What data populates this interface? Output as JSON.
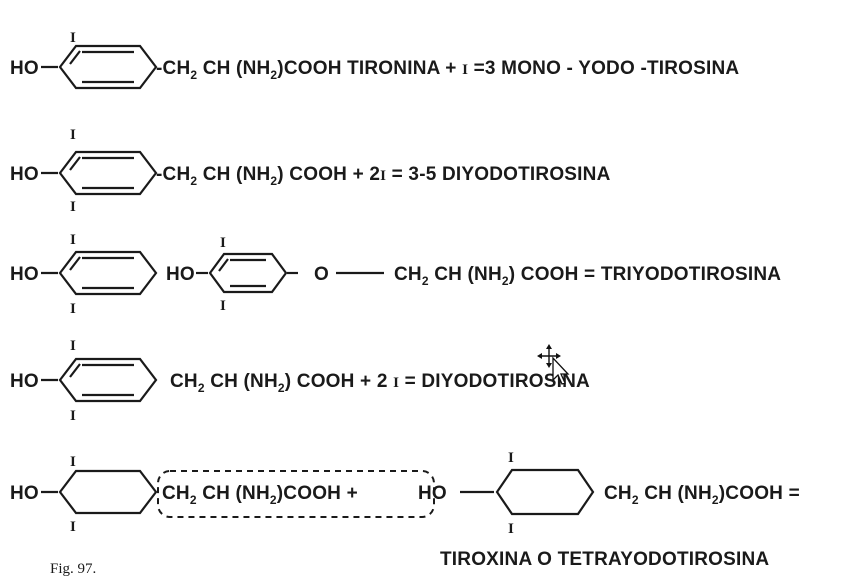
{
  "reactions": [
    {
      "name": "mono-yodo-tirosina",
      "ho": "HO",
      "iodine_top": "I",
      "tail_a": "-CH",
      "sub2": "2",
      "tail_b": " CH (NH",
      "tail_c": ")COOH TIRONINA + ",
      "coef_i": "I",
      "result": " =3 MONO - YODO -TIROSINA"
    },
    {
      "name": "diyodotirosina-3-5",
      "ho": "HO",
      "iodine_top": "I",
      "iodine_bottom": "I",
      "tail_a": "-CH",
      "sub2": "2",
      "tail_b": " CH (NH",
      "tail_c": ") COOH + 2",
      "coef_i": "I",
      "result": " = 3-5  DIYODOTIROSINA"
    },
    {
      "name": "triyodotirosina",
      "ho": "HO",
      "iodine_top": "I",
      "iodine_bottom": "I",
      "ho2": "HO",
      "iodine2_top": "I",
      "iodine2_bottom": "I",
      "ether": "O",
      "tail_a": "CH",
      "sub2": "2",
      "tail_b": " CH (NH",
      "tail_c": ") COOH = TRIYODOTIROSINA"
    },
    {
      "name": "diyodotirosina",
      "ho": "HO",
      "iodine_top": "I",
      "iodine_bottom": "I",
      "tail_a": "CH",
      "sub2": "2",
      "tail_b": " CH (NH",
      "tail_c": ") COOH + 2 ",
      "coef_i": "I",
      "result": " = DIYODOTIROSINA"
    },
    {
      "name": "tiroxina",
      "ho": "HO",
      "iodine_top": "I",
      "iodine_bottom": "I",
      "boxed_a": "CH",
      "sub2": "2",
      "boxed_b": " CH  (NH",
      "boxed_c": ")COOH + ",
      "ho2": "HO",
      "iodine2_top": "I",
      "iodine2_bottom": "I",
      "tail_a": "CH",
      "tail_b": " CH  (NH",
      "tail_c": ")COOH ="
    }
  ],
  "product_label": "TIROXINA  O  TETRAYODOTIROSINA",
  "figure_caption": "Fig. 97."
}
